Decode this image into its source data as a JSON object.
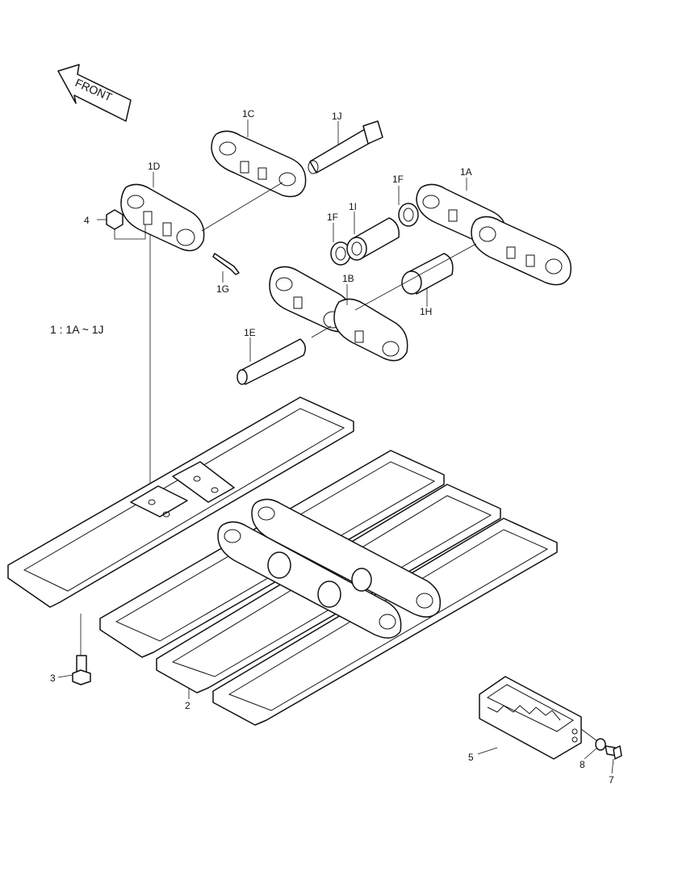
{
  "front_label": "FRONT",
  "legend": "1 : 1A ~ 1J",
  "parts": {
    "p1A": "1A",
    "p1B": "1B",
    "p1C": "1C",
    "p1D": "1D",
    "p1E": "1E",
    "p1F_a": "1F",
    "p1F_b": "1F",
    "p1G": "1G",
    "p1H": "1H",
    "p1I": "1I",
    "p1J": "1J",
    "p2": "2",
    "p3": "3",
    "p4": "4",
    "p5": "5",
    "p7": "7",
    "p8": "8"
  }
}
